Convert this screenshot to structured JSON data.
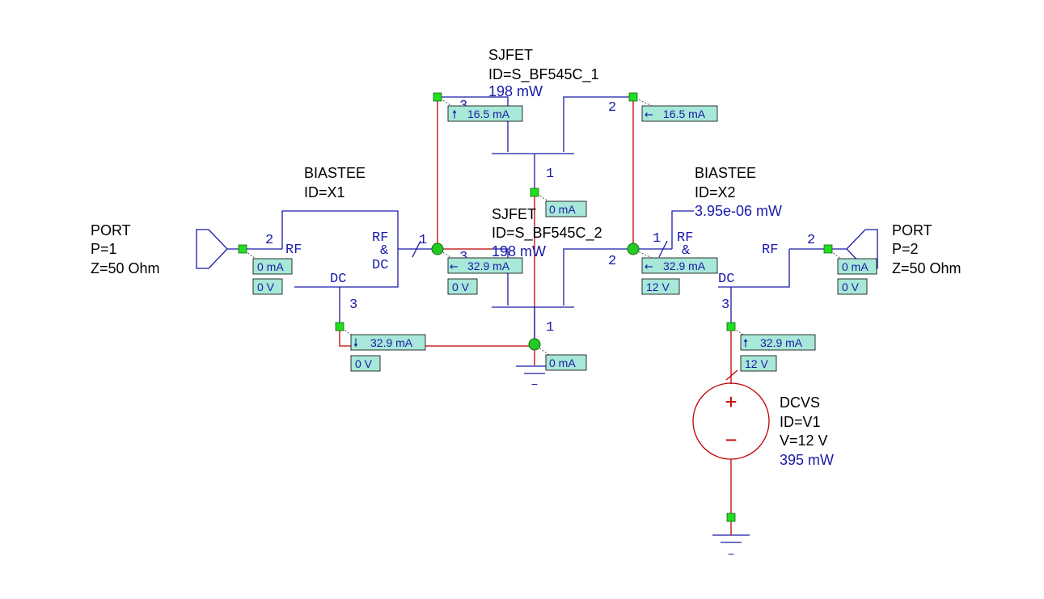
{
  "components": {
    "sjfet1": {
      "type": "SJFET",
      "id": "ID=S_BF545C_1",
      "power": "198 mW"
    },
    "sjfet2": {
      "type": "SJFET",
      "id": "ID=S_BF545C_2",
      "power": "198 mW"
    },
    "biastee1": {
      "type": "BIASTEE",
      "id": "ID=X1"
    },
    "biastee2": {
      "type": "BIASTEE",
      "id": "ID=X2",
      "power": "3.95e-06 mW"
    },
    "port1": {
      "type": "PORT",
      "p": "P=1",
      "z": "Z=50 Ohm"
    },
    "port2": {
      "type": "PORT",
      "p": "P=2",
      "z": "Z=50 Ohm"
    },
    "dcvs": {
      "type": "DCVS",
      "id": "ID=V1",
      "v": "V=12 V",
      "power": "395 mW",
      "plus": "+",
      "minus": "−"
    }
  },
  "pins": {
    "one": "1",
    "two": "2",
    "three": "3",
    "rf": "RF",
    "dc": "DC",
    "amp": "&"
  },
  "annotations": {
    "j1_drain_current": "16.5 mA",
    "j1_source_current": "16.5 mA",
    "j1_gate_current": "0 mA",
    "j2_drain_current": "32.9 mA",
    "j2_drain_voltage": "0 V",
    "j2_source_current": "32.9 mA",
    "j2_source_voltage": "12 V",
    "j2_gate_current": "0 mA",
    "port1_current": "0 mA",
    "port1_voltage": "0 V",
    "bt1_dc_current": "32.9 mA",
    "bt1_dc_voltage": "0 V",
    "port2_current": "0 mA",
    "port2_voltage": "0 V",
    "bt2_dc_current": "32.9 mA",
    "bt2_dc_voltage": "12 V"
  },
  "ground": {
    "minus": "−"
  },
  "colors": {
    "wire_red": "#c00000",
    "wire_blue": "#1a1aa8",
    "node_green": "#22dd22",
    "tag_bg": "#a8e8d8"
  }
}
